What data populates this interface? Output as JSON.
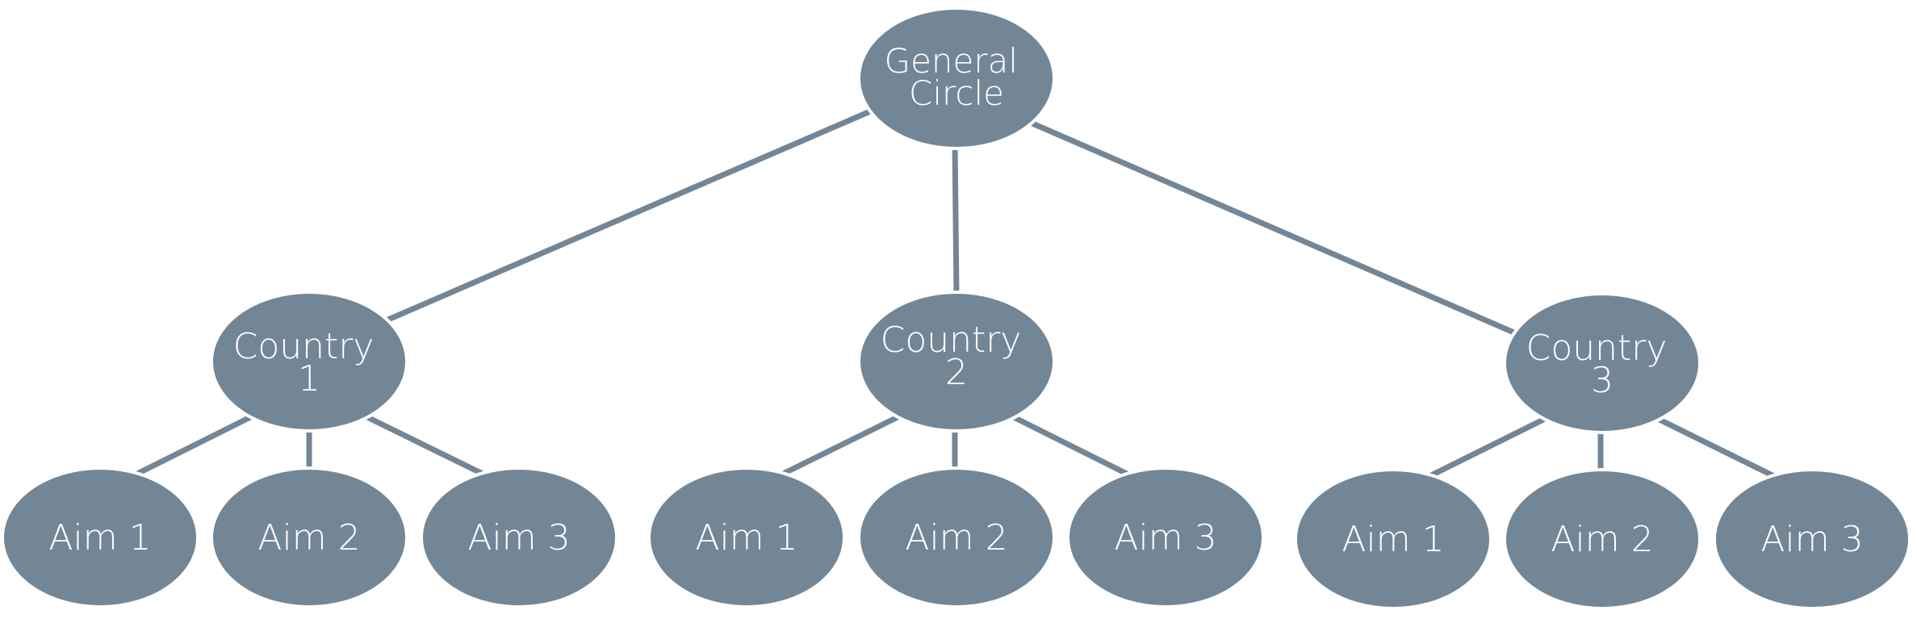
{
  "diagram": {
    "colors": {
      "node_fill": "#738696",
      "edge": "#738696",
      "text": "#ffffff",
      "background": "#ffffff"
    },
    "root": {
      "label_lines": [
        "General",
        "Circle"
      ]
    },
    "countries": [
      {
        "label_lines": [
          "Country",
          "1"
        ],
        "aims": [
          "Aim 1",
          "Aim 2",
          "Aim 3"
        ]
      },
      {
        "label_lines": [
          "Country",
          "2"
        ],
        "aims": [
          "Aim 1",
          "Aim 2",
          "Aim 3"
        ]
      },
      {
        "label_lines": [
          "Country",
          "3"
        ],
        "aims": [
          "Aim 1",
          "Aim 2",
          "Aim 3"
        ]
      }
    ]
  }
}
